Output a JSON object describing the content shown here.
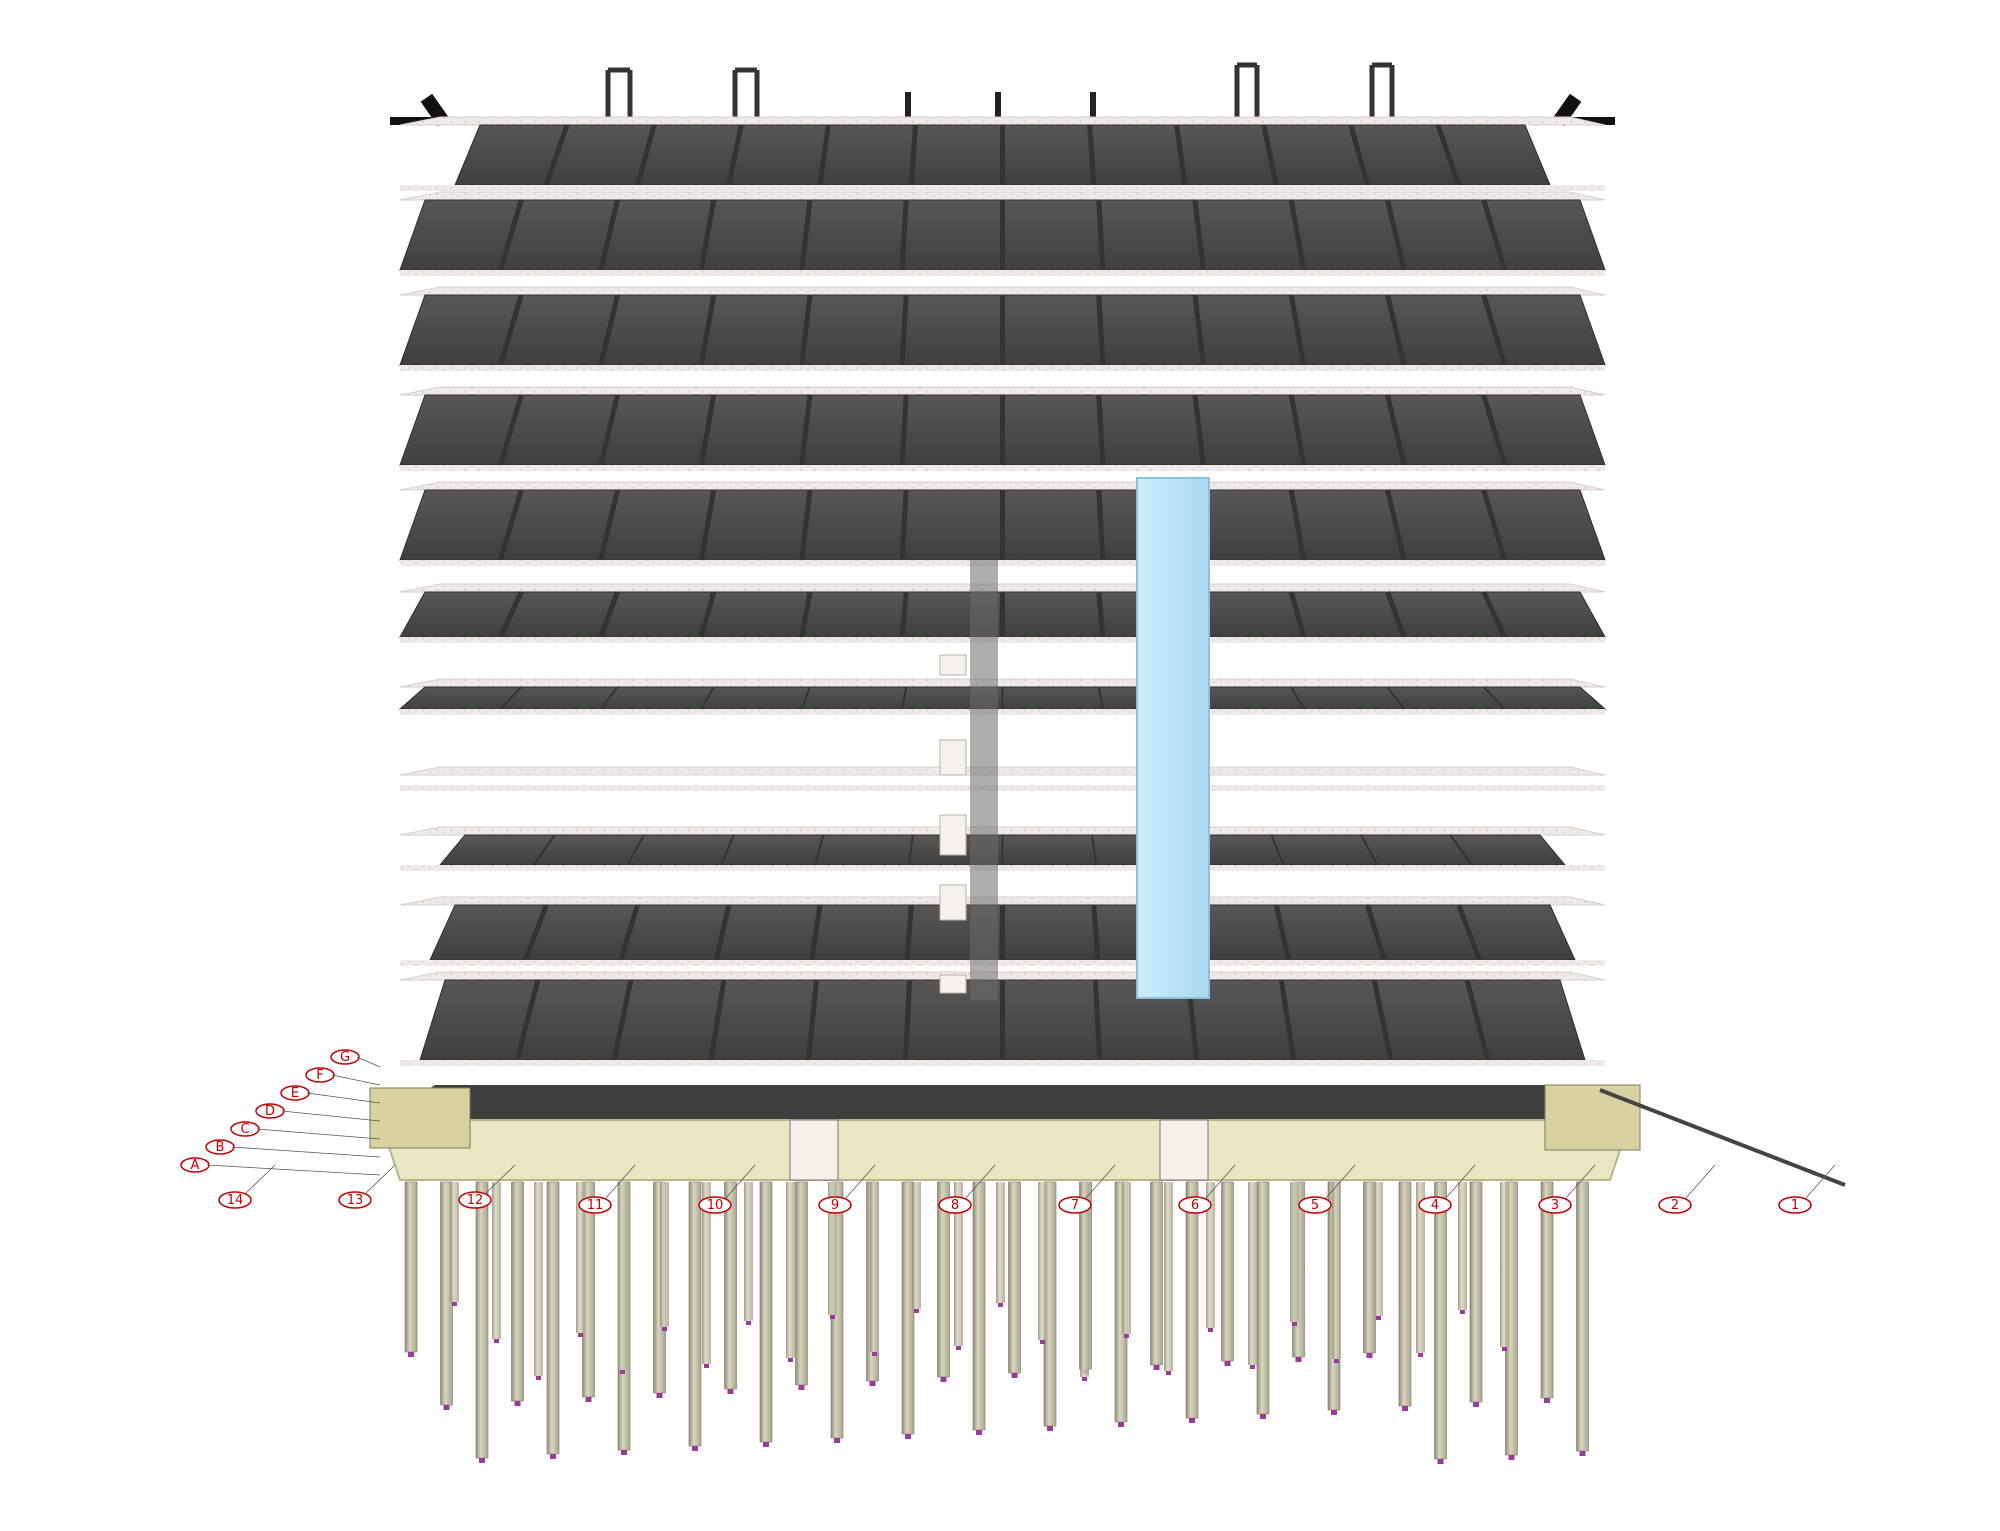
{
  "colors": {
    "background": "#ffffff",
    "slab_dark": "#4a4a4a",
    "slab_edge": "#e9e3e3",
    "slab_edge_speckle": "#f2b6b6",
    "foundation": "#e9e6c2",
    "pile": "#c9c6ad",
    "pile_tip": "#9a3a9a",
    "shaft_glass": "#bfe4f6",
    "grid_bubble": "#c00000"
  },
  "floors_count": 12,
  "grid_lines": {
    "numbered": [
      "14",
      "13",
      "12",
      "11",
      "10",
      "9",
      "8",
      "7",
      "6",
      "5",
      "4",
      "3",
      "2",
      "1"
    ],
    "lettered_left": [
      "A",
      "B",
      "C",
      "D",
      "E",
      "F",
      "G"
    ]
  }
}
